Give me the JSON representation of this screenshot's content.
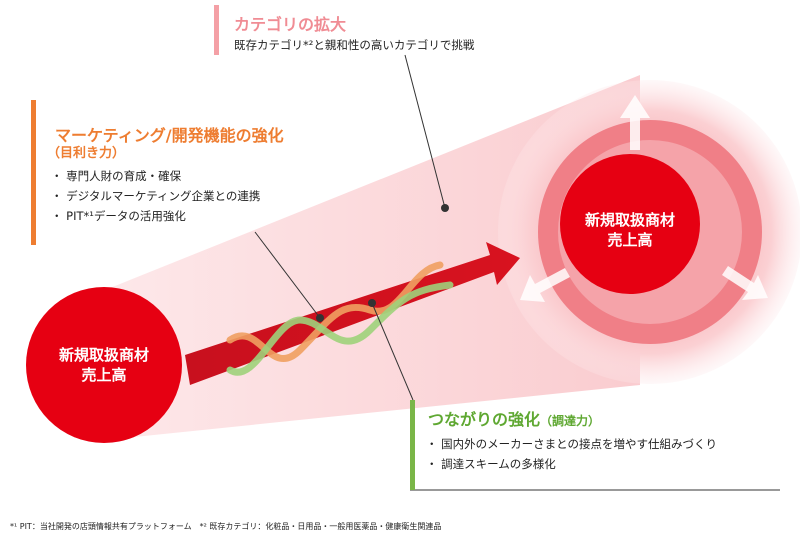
{
  "colors": {
    "red": "#e60012",
    "pink": "#f4a0a6",
    "orange": "#ee7d31",
    "green": "#7ab648"
  },
  "left_circle": {
    "line1": "新規取扱商材",
    "line2": "売上高"
  },
  "right_circle": {
    "line1": "新規取扱商材",
    "line2": "売上高"
  },
  "category": {
    "title": "カテゴリの拡大",
    "desc": "既存カテゴリ*²と親和性の高いカテゴリで挑戦"
  },
  "marketing": {
    "title": "マーケティング/開発機能の強化",
    "subtitle": "（目利き力）",
    "items": [
      "・ 専門人財の育成・確保",
      "・ デジタルマーケティング企業との連携",
      "・ PIT*¹データの活用強化"
    ]
  },
  "procurement": {
    "title": "つながりの強化",
    "title_suffix": "（調達力）",
    "items": [
      "・ 国内外のメーカーさまとの接点を増やす仕組みづくり",
      "・ 調達スキームの多様化"
    ]
  },
  "footnote": "*¹ PIT：当社開発の店頭情報共有プラットフォーム　*² 既存カテゴリ：化粧品・日用品・一般用医薬品・健康衛生関連品"
}
